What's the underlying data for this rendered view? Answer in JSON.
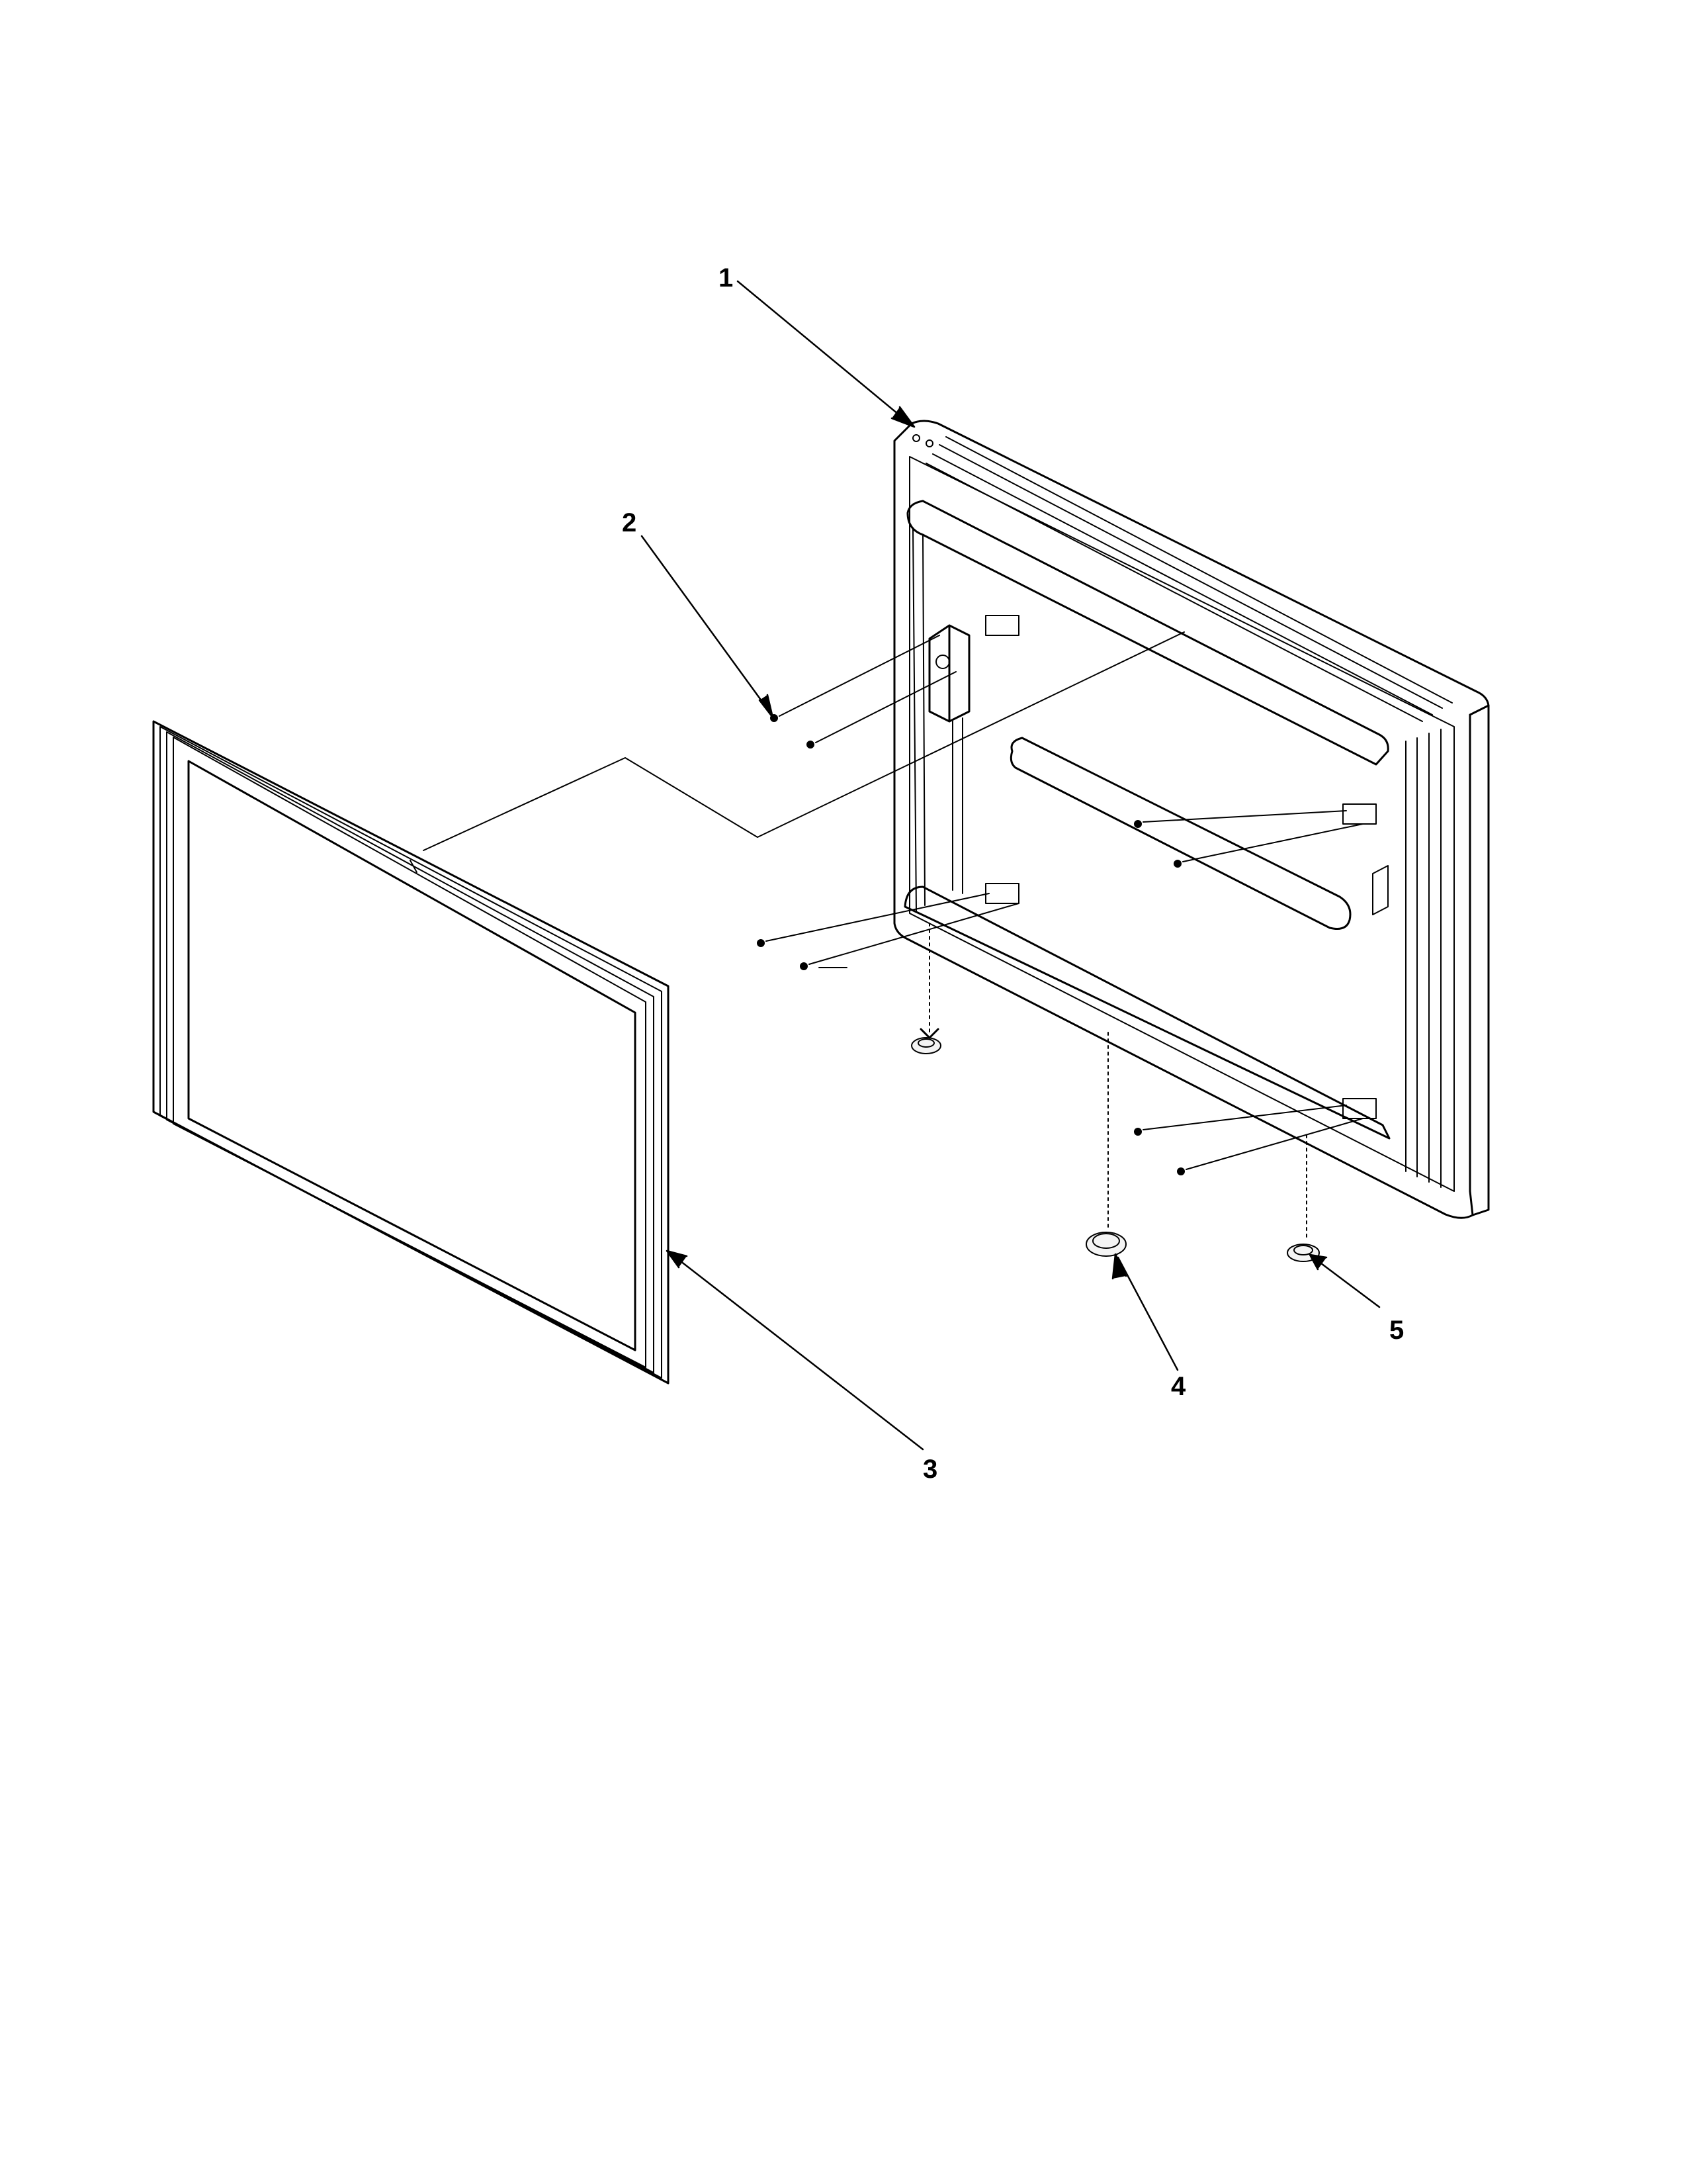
{
  "callouts": [
    {
      "id": "1",
      "label": "1"
    },
    {
      "id": "2",
      "label": "2"
    },
    {
      "id": "3",
      "label": "3"
    },
    {
      "id": "4",
      "label": "4"
    },
    {
      "id": "5",
      "label": "5"
    }
  ],
  "colors": {
    "line": "#000000",
    "background": "#ffffff",
    "fill_light": "#f4f4f4"
  }
}
